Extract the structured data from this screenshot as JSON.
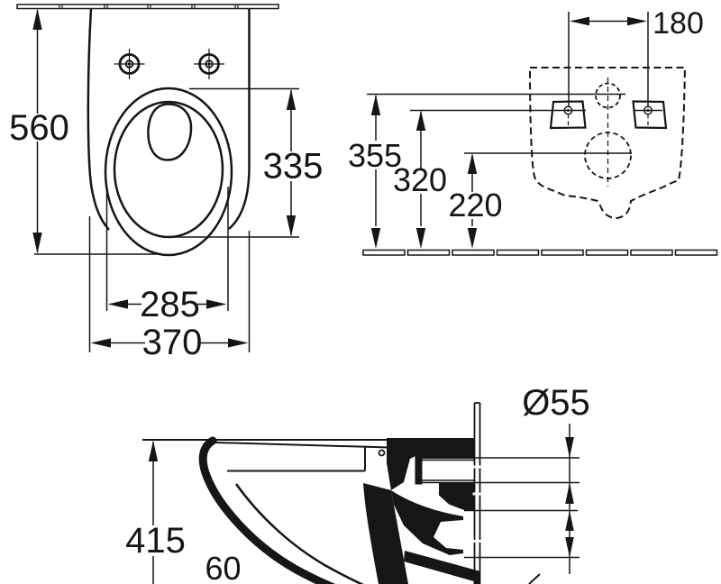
{
  "drawing": {
    "background": "#ffffff",
    "line_color": "#161616",
    "top_view": {
      "overall_depth": "560",
      "seat_length": "335",
      "seat_width": "285",
      "overall_width": "370"
    },
    "rear_view": {
      "fixing_hole_spacing": "180",
      "rim_height": "355",
      "fixing_hole_height": "320",
      "outlet_height": "220"
    },
    "side_view": {
      "rim_height": "415",
      "clearance": "60",
      "outlet_diameter": "Ø55"
    }
  }
}
